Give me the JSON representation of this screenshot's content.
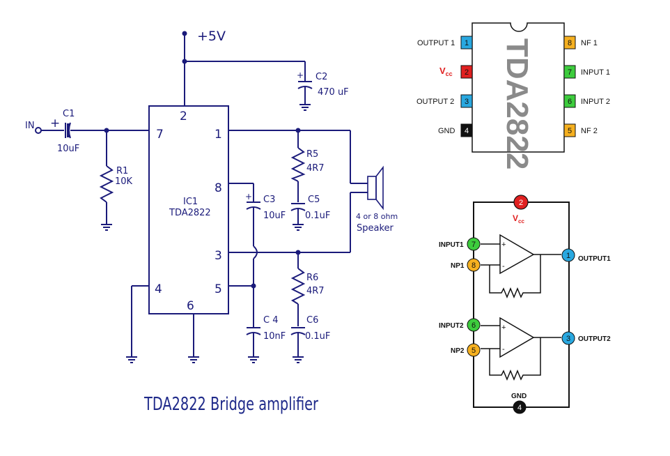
{
  "schematic": {
    "supply_label": "+5V",
    "input_label": "IN",
    "plus_sign": "+",
    "c1": {
      "name": "C1",
      "value": "10uF"
    },
    "r1": {
      "name": "R1",
      "value": "10K"
    },
    "ic": {
      "name": "IC1",
      "part": "TDA2822"
    },
    "pins": {
      "p1": "1",
      "p2": "2",
      "p3": "3",
      "p4": "4",
      "p5": "5",
      "p6": "6",
      "p7": "7",
      "p8": "8"
    },
    "c2": {
      "name": "C2",
      "value": "470 uF"
    },
    "c3": {
      "name": "C3",
      "value": "10uF"
    },
    "c4": {
      "name": "C 4",
      "value": "10nF"
    },
    "c5": {
      "name": "C5",
      "value": "0.1uF"
    },
    "c6": {
      "name": "C6",
      "value": "0.1uF"
    },
    "r5": {
      "name": "R5",
      "value": "4R7"
    },
    "r6": {
      "name": "R6",
      "value": "4R7"
    },
    "speaker": {
      "line1": "4 or 8 ohm",
      "line2": "Speaker"
    },
    "title": "TDA2822 Bridge amplifier"
  },
  "pinout": {
    "chip_name": "TDA2822",
    "left_pins": [
      {
        "num": "1",
        "label": "OUTPUT 1",
        "color": "#29a8e0"
      },
      {
        "num": "2",
        "label": "Vcc",
        "color": "#e02020"
      },
      {
        "num": "3",
        "label": "OUTPUT 2",
        "color": "#29a8e0"
      },
      {
        "num": "4",
        "label": "GND",
        "color": "#111111"
      }
    ],
    "right_pins": [
      {
        "num": "8",
        "label": "NF 1",
        "color": "#f5b020"
      },
      {
        "num": "7",
        "label": "INPUT 1",
        "color": "#3dcc3d"
      },
      {
        "num": "6",
        "label": "INPUT 2",
        "color": "#3dcc3d"
      },
      {
        "num": "5",
        "label": "NF 2",
        "color": "#f5b020"
      }
    ],
    "vcc_main": "V",
    "vcc_sub": "cc"
  },
  "block": {
    "vcc_pin": "2",
    "vcc_main": "V",
    "vcc_sub": "cc",
    "gnd_label": "GND",
    "gnd_pin": "4",
    "input1": {
      "label": "INPUT1",
      "pin": "7"
    },
    "np1": {
      "label": "NP1",
      "pin": "8"
    },
    "output1": {
      "label": "OUTPUT1",
      "pin": "1"
    },
    "input2": {
      "label": "INPUT2",
      "pin": "6"
    },
    "np2": {
      "label": "NP2",
      "pin": "5"
    },
    "output2": {
      "label": "OUTPUT2",
      "pin": "3"
    },
    "plus": "+",
    "minus": "-"
  }
}
